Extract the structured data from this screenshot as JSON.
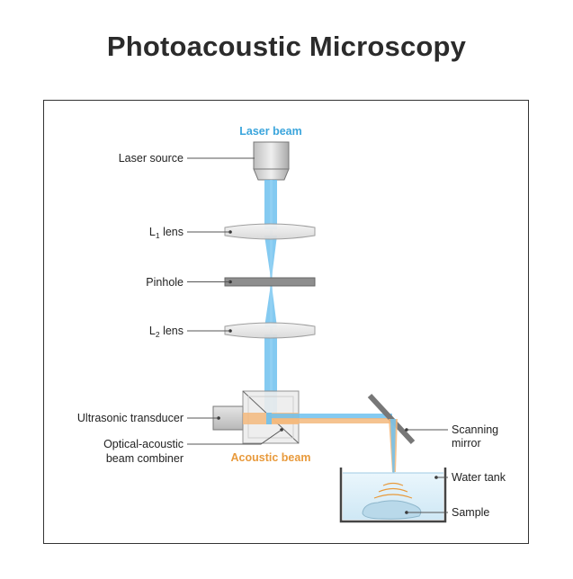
{
  "title": "Photoacoustic Microscopy",
  "labels": {
    "laser_beam": "Laser beam",
    "laser_source": "Laser source",
    "l1_lens": "L",
    "l1_sub": "1",
    "l1_suffix": " lens",
    "pinhole": "Pinhole",
    "l2_lens": "L",
    "l2_sub": "2",
    "l2_suffix": " lens",
    "ultrasonic_transducer": "Ultrasonic transducer",
    "combiner_line1": "Optical-acoustic",
    "combiner_line2": "beam combiner",
    "acoustic_beam": "Acoustic beam",
    "scanning_line1": "Scanning",
    "scanning_line2": "mirror",
    "water_tank": "Water tank",
    "sample": "Sample"
  },
  "colors": {
    "laser": "#5bb8ea",
    "acoustic": "#f0b070",
    "laser_label": "#3ba5dc",
    "acoustic_label": "#e89a3c",
    "water": "#dceff8"
  }
}
